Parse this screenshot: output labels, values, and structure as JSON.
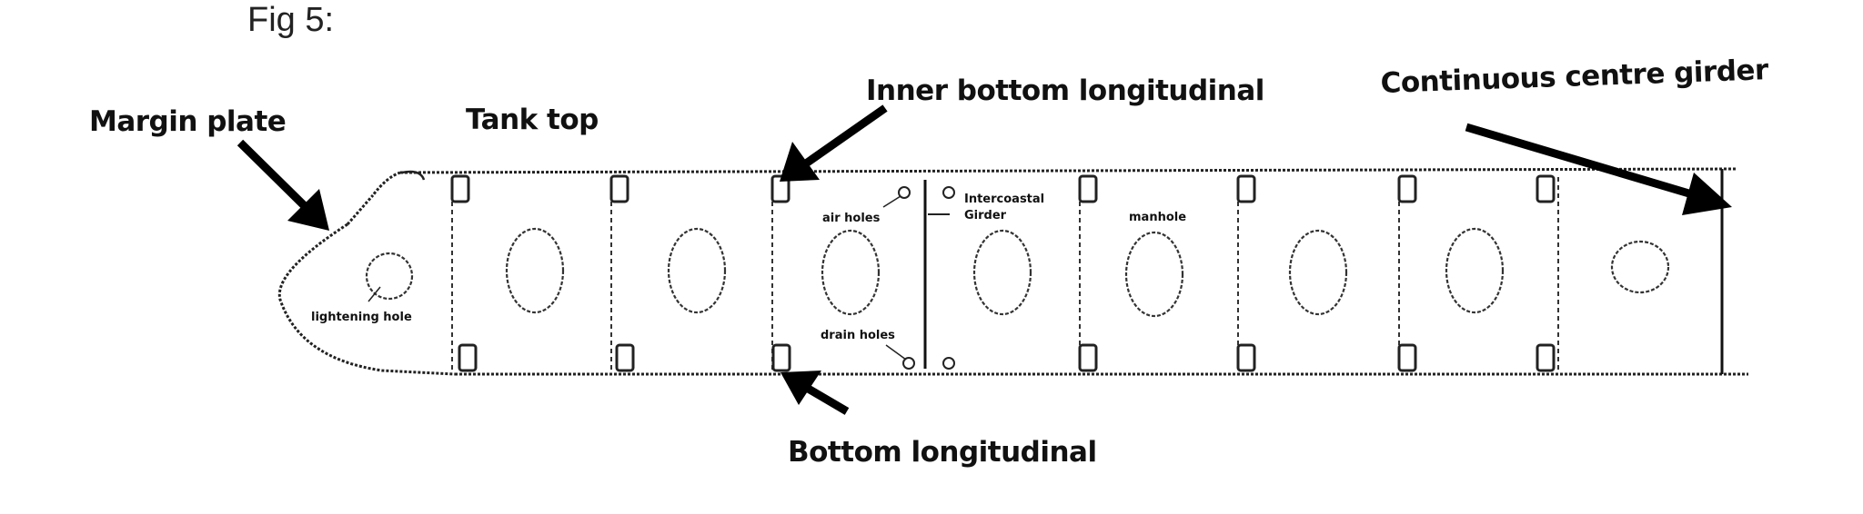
{
  "figure": {
    "title": "Fig 5:",
    "labels": {
      "margin_plate": "Margin plate",
      "tank_top": "Tank top",
      "inner_bottom_longitudinal": "Inner bottom longitudinal",
      "continuous_centre_girder": "Continuous centre girder",
      "bottom_longitudinal": "Bottom longitudinal",
      "air_holes": "air holes",
      "intercoastal_girder_line1": "Intercoastal",
      "intercoastal_girder_line2": "Girder",
      "manhole": "manhole",
      "drain_holes": "drain holes",
      "lightening_hole": "lightening hole"
    },
    "floor_count": 8
  }
}
